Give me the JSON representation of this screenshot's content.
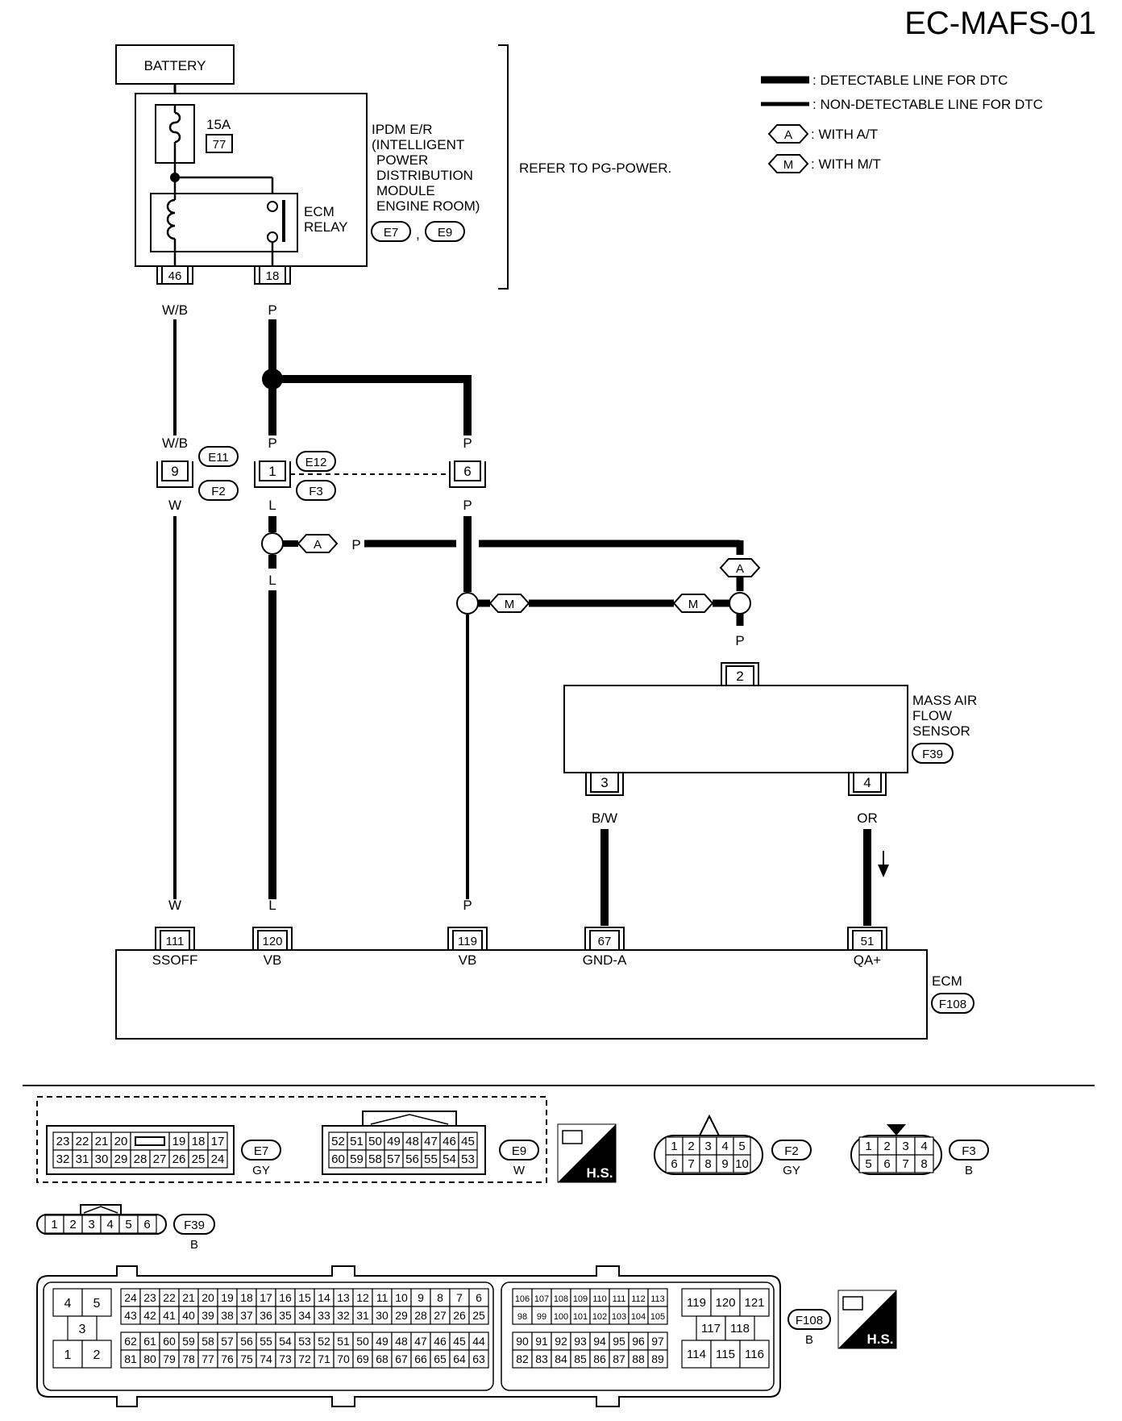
{
  "page_id": "EC-MAFS-01",
  "legend": {
    "detectable": ": DETECTABLE LINE FOR DTC",
    "non_detectable": ": NON-DETECTABLE LINE FOR DTC",
    "with_at_tag": "A",
    "with_at": ": WITH A/T",
    "with_mt_tag": "M",
    "with_mt": ": WITH M/T"
  },
  "battery": "BATTERY",
  "ipdm": {
    "fuse_amp": "15A",
    "fuse_no": "77",
    "lines": [
      "IPDM E/R",
      "(INTELLIGENT",
      "POWER",
      "DISTRIBUTION",
      "MODULE",
      "ENGINE ROOM)"
    ],
    "ecm_relay": [
      "ECM",
      "RELAY"
    ],
    "conn_a": "E7",
    "sep": ",",
    "conn_b": "E9",
    "pin_46": "46",
    "pin_18": "18"
  },
  "refer": "REFER TO PG-POWER.",
  "wires": {
    "wb": "W/B",
    "p": "P",
    "w": "W",
    "l": "L",
    "bw": "B/W",
    "or": "OR"
  },
  "joint": {
    "e11": "E11",
    "f2": "F2",
    "e12": "E12",
    "f3": "F3",
    "pin9": "9",
    "pin1": "1",
    "pin6": "6"
  },
  "branch_tags": {
    "a": "A",
    "m": "M"
  },
  "maf": {
    "lines": [
      "MASS AIR",
      "FLOW",
      "SENSOR"
    ],
    "conn": "F39",
    "pin2": "2",
    "pin3": "3",
    "pin4": "4"
  },
  "ecm": {
    "label": "ECM",
    "conn": "F108",
    "pins": [
      "111",
      "120",
      "119",
      "67",
      "51"
    ],
    "names": [
      "SSOFF",
      "VB",
      "VB",
      "GND-A",
      "QA+"
    ]
  },
  "connectors": {
    "e7": {
      "top": [
        "23",
        "22",
        "21",
        "20",
        "",
        "19",
        "18",
        "17"
      ],
      "bottom": [
        "32",
        "31",
        "30",
        "29",
        "28",
        "27",
        "26",
        "25",
        "24"
      ],
      "name": "E7",
      "color": "GY"
    },
    "e9": {
      "top": [
        "52",
        "51",
        "50",
        "49",
        "48",
        "47",
        "46",
        "45"
      ],
      "bottom": [
        "60",
        "59",
        "58",
        "57",
        "56",
        "55",
        "54",
        "53"
      ],
      "name": "E9",
      "color": "W"
    },
    "hs": "H.S.",
    "f2": {
      "top": [
        "1",
        "2",
        "3",
        "4",
        "5"
      ],
      "bottom": [
        "6",
        "7",
        "8",
        "9",
        "10"
      ],
      "name": "F2",
      "color": "GY"
    },
    "f3": {
      "top": [
        "1",
        "2",
        "3",
        "4"
      ],
      "bottom": [
        "5",
        "6",
        "7",
        "8"
      ],
      "name": "F3",
      "color": "B"
    },
    "f39": {
      "cells": [
        "1",
        "2",
        "3",
        "4",
        "5",
        "6"
      ],
      "name": "F39",
      "color": "B"
    },
    "f108": {
      "name": "F108",
      "color": "B",
      "left": [
        "4",
        "5",
        "3",
        "1",
        "2"
      ],
      "r1": [
        "24",
        "23",
        "22",
        "21",
        "20",
        "19",
        "18",
        "17",
        "16",
        "15",
        "14",
        "13",
        "12",
        "11",
        "10",
        "9",
        "8",
        "7",
        "6"
      ],
      "r2": [
        "43",
        "42",
        "41",
        "40",
        "39",
        "38",
        "37",
        "36",
        "35",
        "34",
        "33",
        "32",
        "31",
        "30",
        "29",
        "28",
        "27",
        "26",
        "25"
      ],
      "r3": [
        "62",
        "61",
        "60",
        "59",
        "58",
        "57",
        "56",
        "55",
        "54",
        "53",
        "52",
        "51",
        "50",
        "49",
        "48",
        "47",
        "46",
        "45",
        "44"
      ],
      "r4": [
        "81",
        "80",
        "79",
        "78",
        "77",
        "76",
        "75",
        "74",
        "73",
        "72",
        "71",
        "70",
        "69",
        "68",
        "67",
        "66",
        "65",
        "64",
        "63"
      ],
      "m1": [
        "106",
        "107",
        "108",
        "109",
        "110",
        "111",
        "112",
        "113"
      ],
      "m2": [
        "98",
        "99",
        "100",
        "101",
        "102",
        "103",
        "104",
        "105"
      ],
      "m3": [
        "90",
        "91",
        "92",
        "93",
        "94",
        "95",
        "96",
        "97"
      ],
      "m4": [
        "82",
        "83",
        "84",
        "85",
        "86",
        "87",
        "88",
        "89"
      ],
      "right": [
        "119",
        "120",
        "121",
        "117",
        "118",
        "114",
        "115",
        "116"
      ]
    }
  }
}
